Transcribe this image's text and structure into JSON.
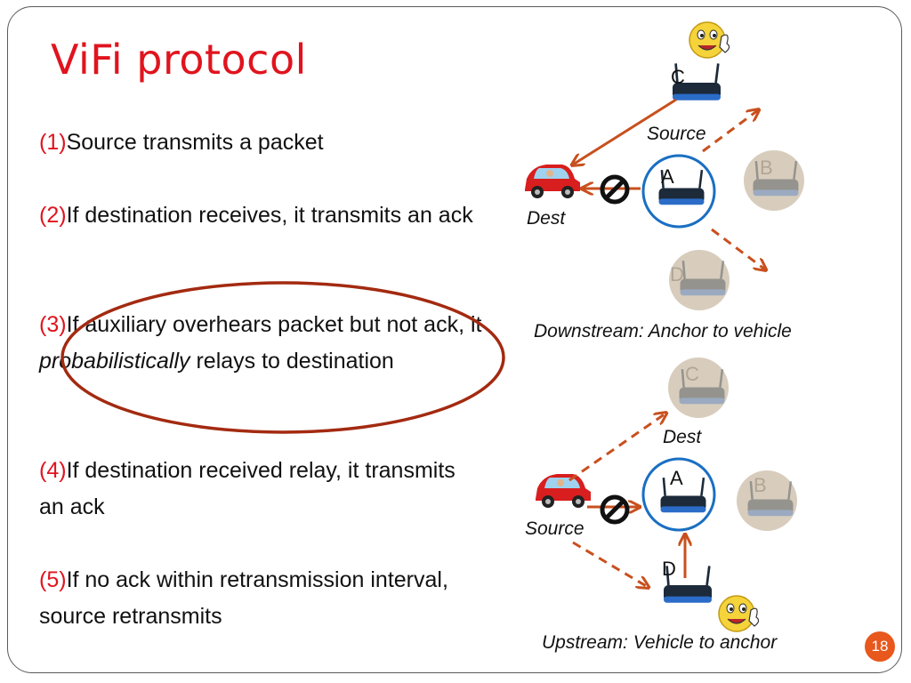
{
  "slide": {
    "title": "ViFi protocol",
    "page_number": "18"
  },
  "steps": [
    {
      "num": "(1)",
      "text": "Source transmits a packet"
    },
    {
      "num": "(2)",
      "text": "If destination receives, it transmits an ack"
    },
    {
      "num": "(3)",
      "text_before": "If auxiliary overhears packet but not ack, it ",
      "emphasis": "probabilistically",
      "text_after": " relays to destination"
    },
    {
      "num": "(4)",
      "text": "If destination received relay, it transmits an ack"
    },
    {
      "num": "(5)",
      "text": "If no ack within retransmission interval, source retransmits"
    }
  ],
  "downstream": {
    "caption": "Downstream: Anchor to vehicle",
    "source_label": "Source",
    "dest_label": "Dest",
    "nodes": {
      "c": "C",
      "a": "A",
      "b": "B",
      "d": "D"
    }
  },
  "upstream": {
    "caption": "Upstream: Vehicle to anchor",
    "source_label": "Source",
    "dest_label": "Dest",
    "nodes": {
      "c": "C",
      "a": "A",
      "b": "B",
      "d": "D"
    }
  },
  "colors": {
    "accent_red": "#e0141e",
    "arrow": "#c8501e",
    "anchor_circle": "#1a6fc2",
    "ellipse": "#a32a10",
    "faded_node": "#d8cdbd"
  }
}
